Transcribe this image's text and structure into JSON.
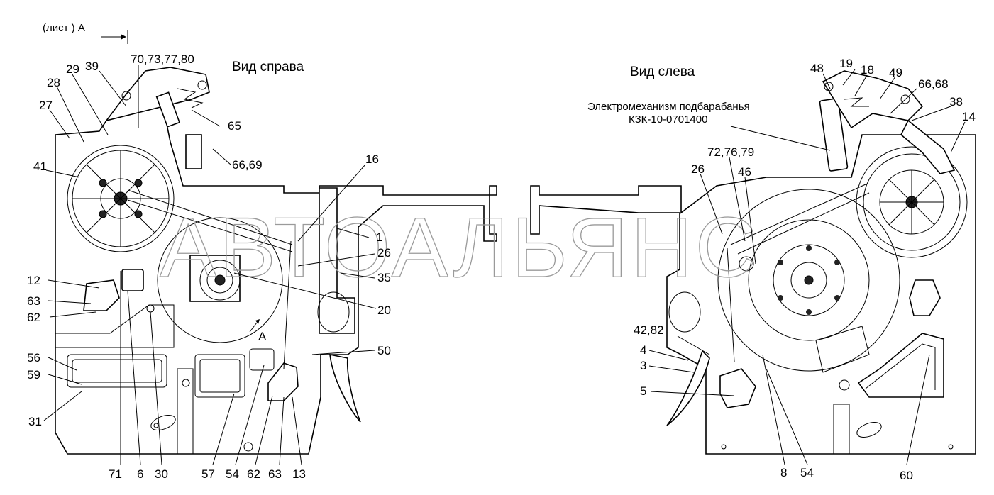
{
  "header": {
    "sheet_ref": "(лист    ) А",
    "view_right": "Вид справа",
    "view_left": "Вид слева",
    "section_mark": "А"
  },
  "watermark": "АВТОАЛЬЯНС",
  "note": {
    "line1": "Электромеханизм подбарабанья",
    "line2": "КЗК-10-0701400"
  },
  "labels_right": [
    "70,73,77,80",
    "39",
    "29",
    "28",
    "27",
    "41",
    "65",
    "66,69",
    "16",
    "1",
    "26",
    "35",
    "20",
    "50",
    "12",
    "63",
    "62",
    "56",
    "59",
    "31",
    "71",
    "6",
    "30",
    "57",
    "54",
    "62",
    "63",
    "13"
  ],
  "labels_left": [
    "48",
    "19",
    "18",
    "49",
    "66,68",
    "38",
    "14",
    "72,76,79",
    "26",
    "46",
    "42,82",
    "4",
    "3",
    "5",
    "8",
    "54",
    "60"
  ]
}
